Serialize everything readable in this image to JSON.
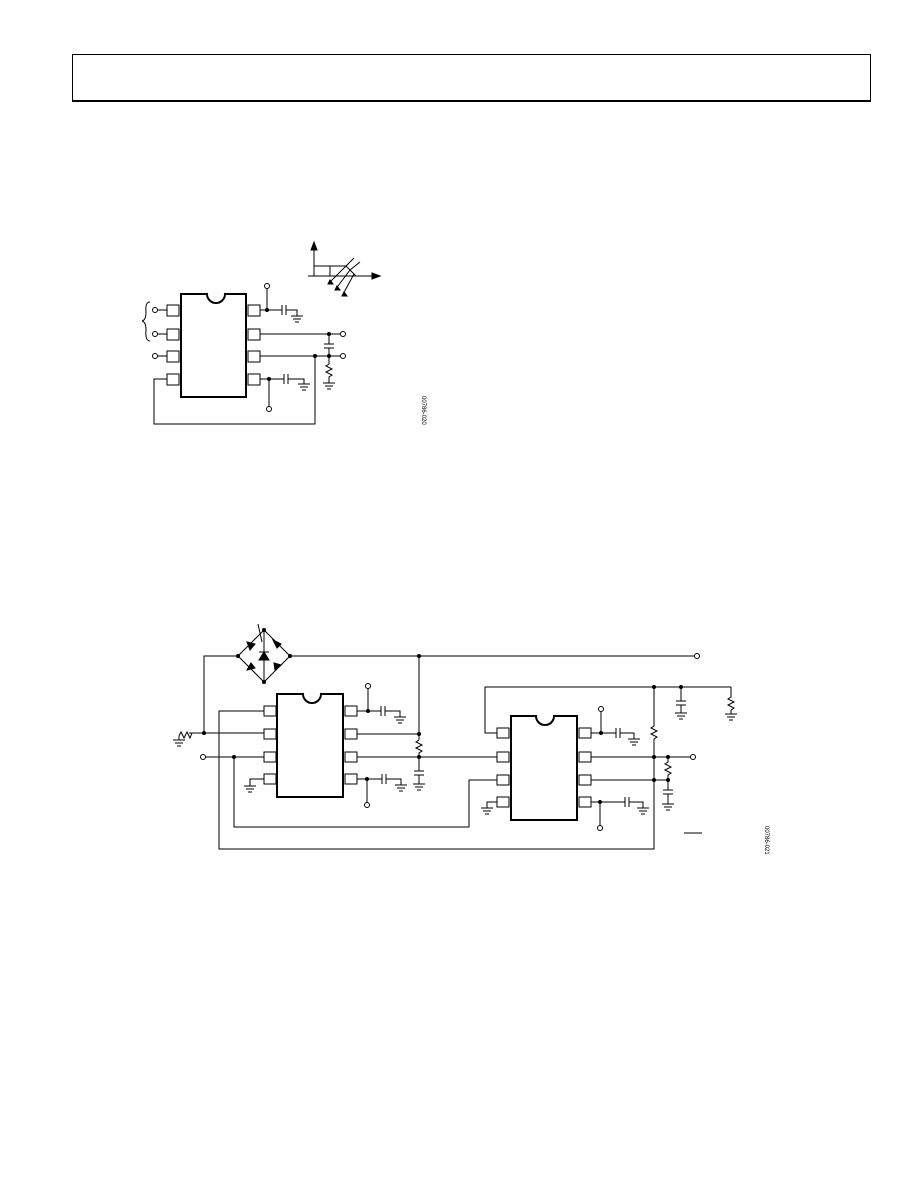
{
  "header": {
    "title": ""
  },
  "figures": [
    {
      "id": "figure-1",
      "code": "00786-020"
    },
    {
      "id": "figure-2",
      "code": "00786-021"
    }
  ]
}
